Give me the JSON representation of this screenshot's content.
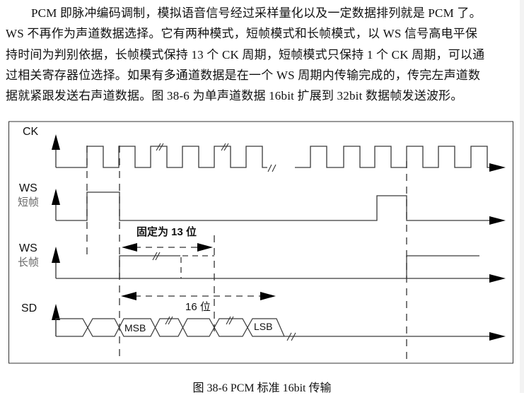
{
  "paragraph": {
    "lines": [
      "PCM 即脉冲编码调制，模拟语音信号经过采样量化以及一定数据排列就是 PCM 了。",
      "WS 不再作为声道数据选择。它有两种模式，短帧模式和长帧模式，以 WS 信号高电平保",
      "持时间为判别依据，长帧模式保持 13 个 CK 周期，短帧模式只保持 1 个 CK 周期，可以通",
      "过相关寄存器位选择。如果有多通道数据是在一个 WS 周期内传输完成的，传完左声道数",
      "据就紧跟发送右声道数据。图 38-6 为单声道数据 16bit 扩展到 32bit 数据帧发送波形。"
    ]
  },
  "diagram": {
    "signals": {
      "ck": {
        "label": "CK"
      },
      "ws_short": {
        "label": "WS",
        "sublabel": "短帧"
      },
      "ws_long": {
        "label": "WS",
        "sublabel": "长帧"
      },
      "sd": {
        "label": "SD"
      }
    },
    "annotations": {
      "fixed_13": "固定为 13 位",
      "bits_16": "16 位",
      "msb": "MSB",
      "lsb": "LSB"
    },
    "colors": {
      "line": "#3a3a3a",
      "frame": "#333333",
      "arrow": "#000000",
      "sublabel": "#666666"
    }
  },
  "caption": "图 38-6 PCM 标准 16bit 传输"
}
